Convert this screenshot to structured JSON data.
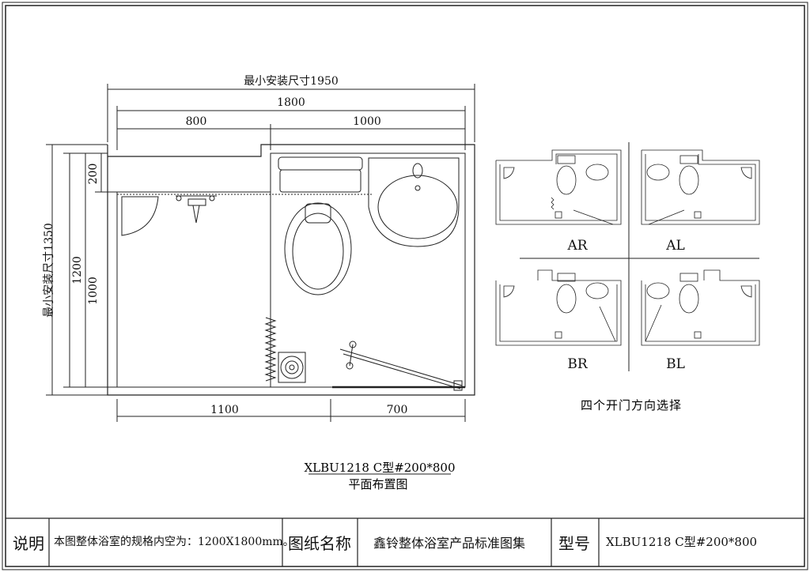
{
  "dimensions": {
    "overall_width": "最小安装尺寸1950",
    "width_1800": "1800",
    "width_800": "800",
    "width_1000": "1000",
    "width_1100": "1100",
    "width_700": "700",
    "height_200": "200",
    "height_1200": "1200",
    "height_1000": "1000",
    "overall_height": "最小安装尺寸1350"
  },
  "variants": {
    "ar": "AR",
    "al": "AL",
    "br": "BR",
    "bl": "BL",
    "caption": "四个开门方向选择"
  },
  "plan": {
    "model": "XLBU1218 C型#200*800",
    "title": "平面布置图"
  },
  "title_block": {
    "desc_label": "说明",
    "desc_text": "本图整体浴室的规格内空为：1200X1800mm。",
    "drawing_name_label": "图纸名称",
    "drawing_name": "鑫铃整体浴室产品标准图集",
    "model_label": "型号",
    "model_value": "XLBU1218 C型#200*800"
  }
}
